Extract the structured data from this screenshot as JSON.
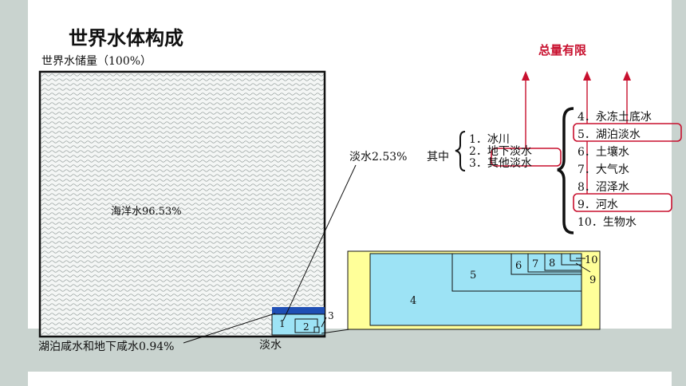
{
  "slide": {
    "title": "世界水体构成",
    "total_label": "世界水储量（100%）",
    "ocean_label": "海洋水96.53%",
    "fresh_label": "淡水2.53%",
    "qizhong": "其中",
    "saline_label": "湖泊咸水和地下咸水0.94%",
    "danshui_caption": "淡水",
    "limited_label": "总量有限"
  },
  "list_main": [
    "1．冰川",
    "2．地下淡水",
    "3．其他淡水"
  ],
  "list_other": [
    "4．永冻土底冰",
    "5．湖泊淡水",
    "6．土壤水",
    "7．大气水",
    "8．沼泽水",
    "9．河水",
    "10．生物水"
  ],
  "small_box_numbers": [
    "1",
    "2",
    "3"
  ],
  "zoom_numbers": [
    "4",
    "5",
    "6",
    "7",
    "8",
    "9",
    "10"
  ],
  "colors": {
    "accent_red": "#c8102e",
    "water_light": "#9de3f5",
    "water_dark": "#1f4fb5",
    "zoom_panel": "#ffff99"
  }
}
